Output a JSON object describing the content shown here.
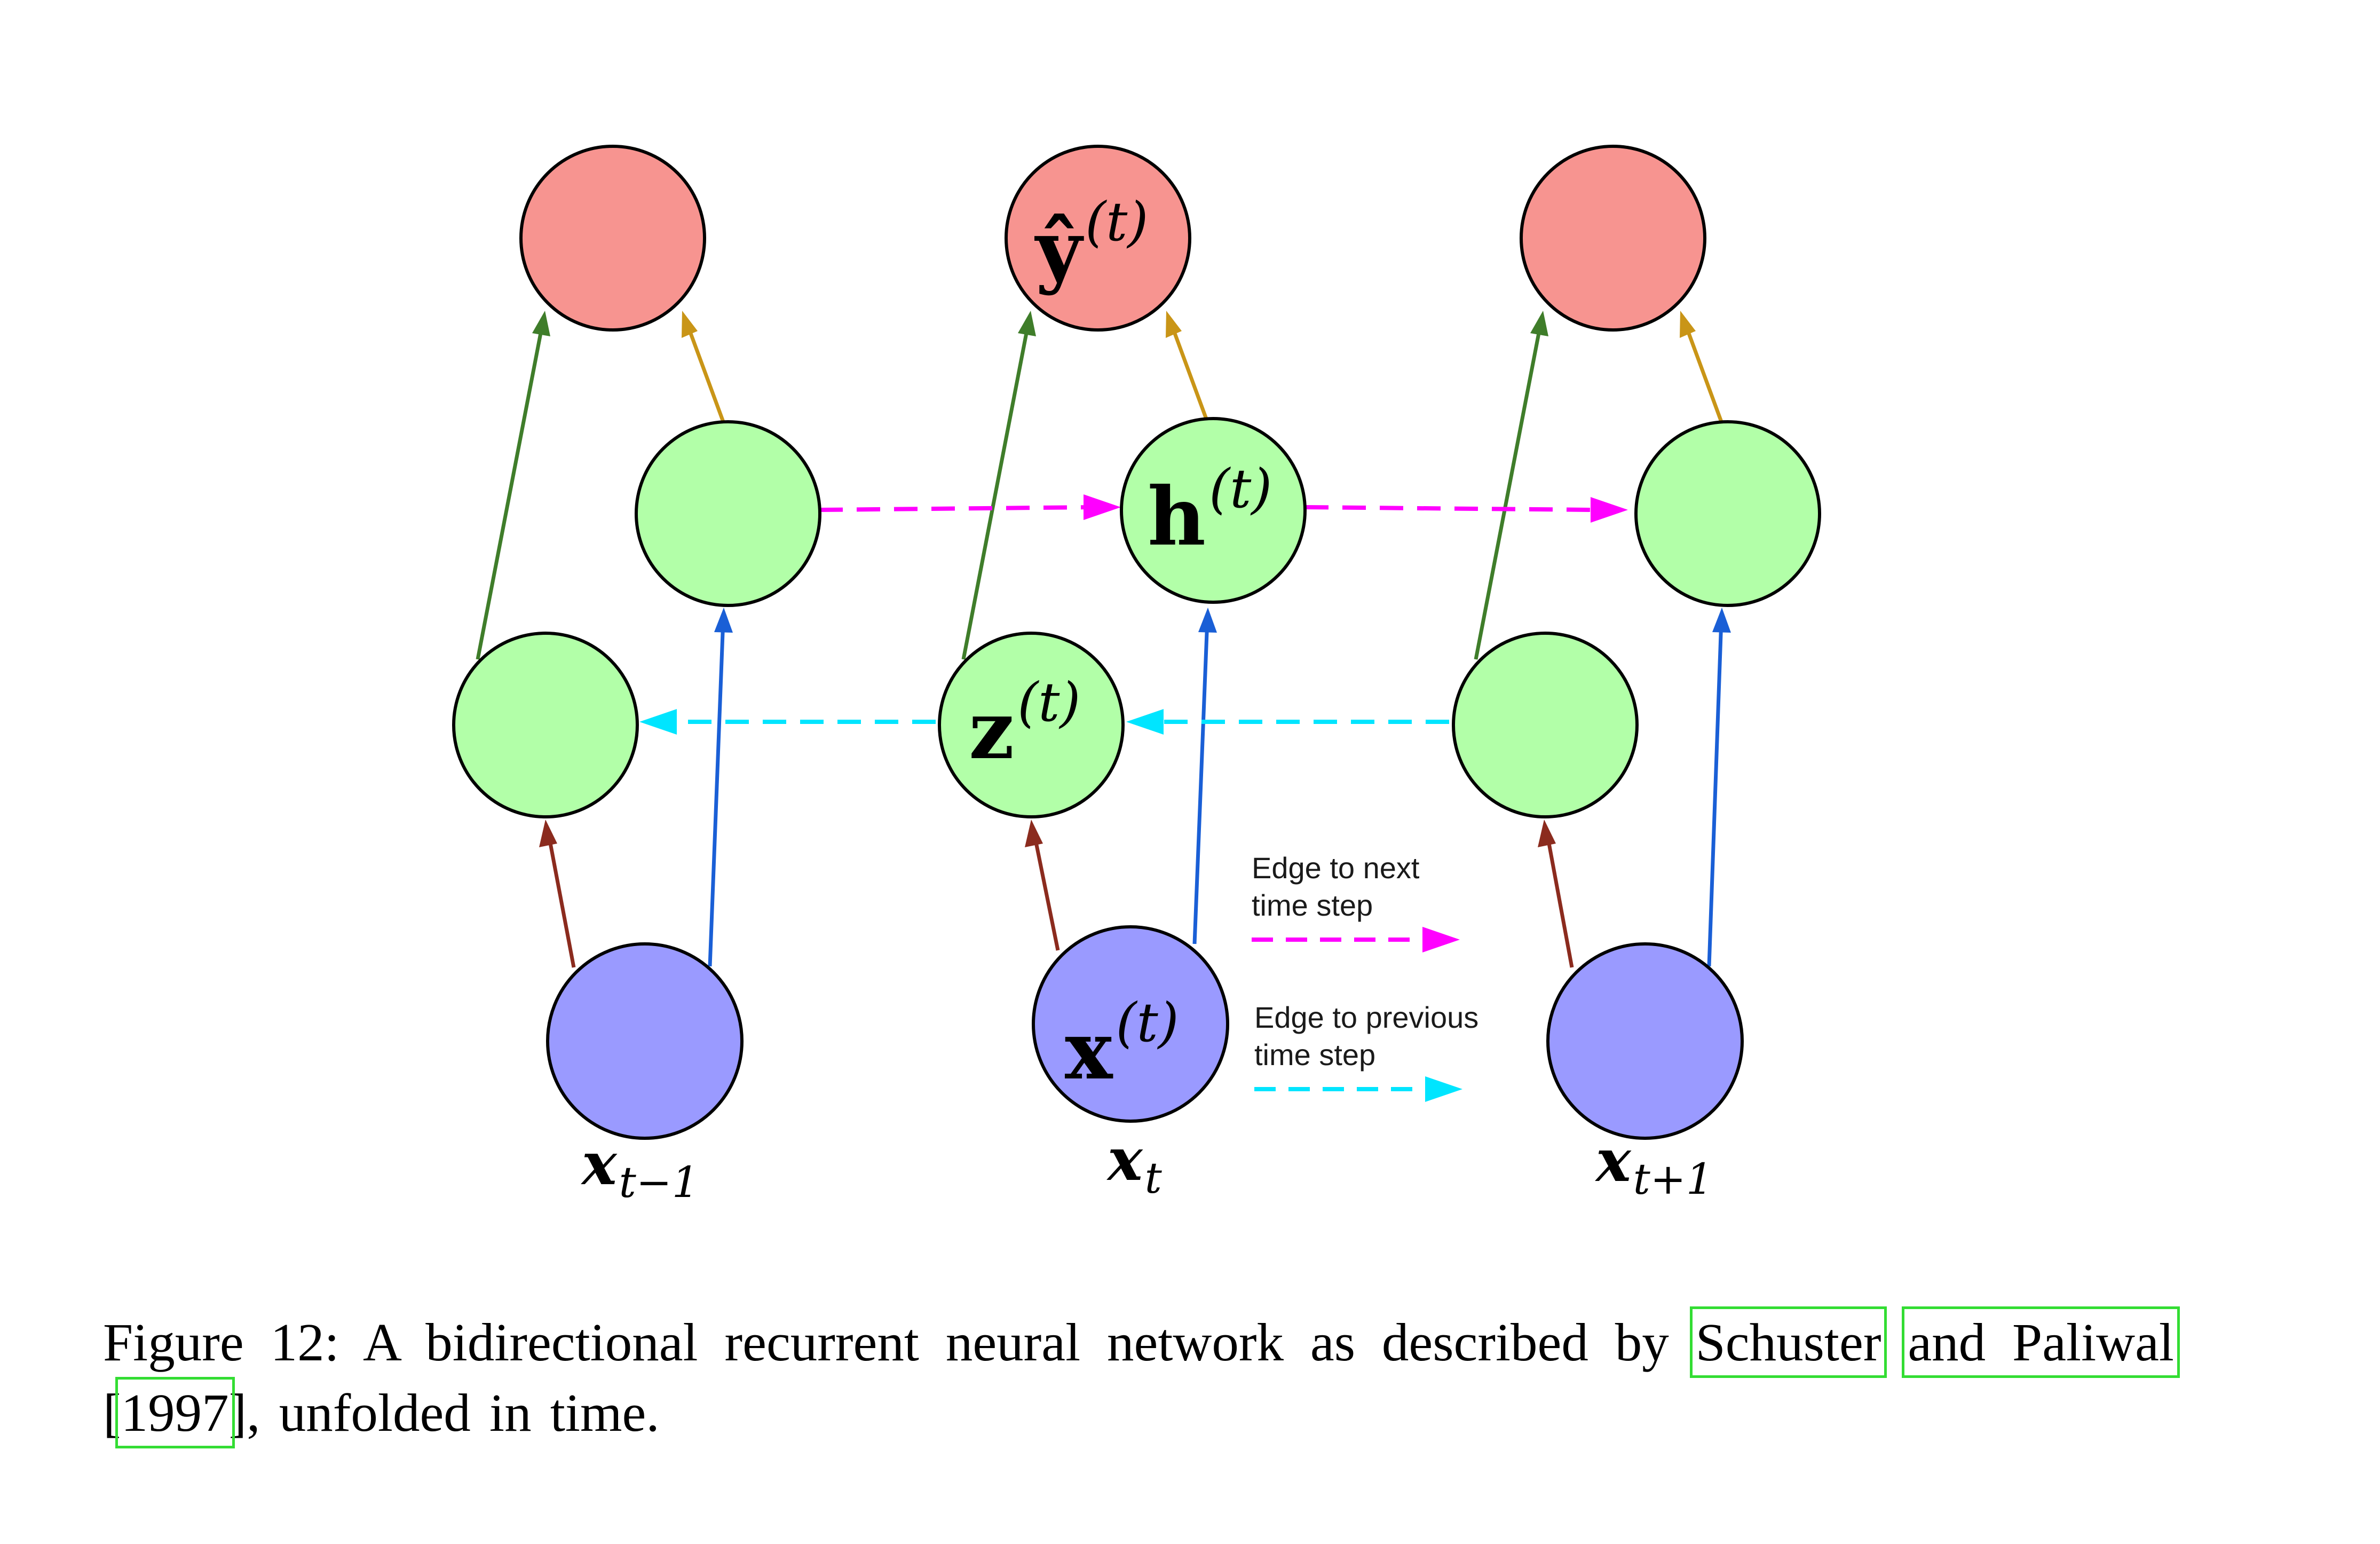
{
  "diagram": {
    "node_labels": {
      "y_hat": "ŷ",
      "y_hat_sup": "(t)",
      "h": "h",
      "h_sup": "(t)",
      "z": "z",
      "z_sup": "(t)",
      "x": "x",
      "x_sup": "(t)"
    },
    "time_labels": {
      "prev": {
        "base": "x",
        "sub": "t−1"
      },
      "curr": {
        "base": "x",
        "sub": "t"
      },
      "next": {
        "base": "x",
        "sub": "t+1"
      }
    },
    "legend": {
      "next_line1": "Edge to next",
      "next_line2": "time step",
      "prev_line1": "Edge to previous",
      "prev_line2": "time step"
    },
    "colors": {
      "output_node": "#f79490",
      "hidden_node": "#b2ffa8",
      "input_node": "#9a9aff",
      "forward_edge": "#ff00ff",
      "backward_edge": "#00e5ff",
      "input_to_forward": "#1a5fd6",
      "input_to_backward": "#8b2b1e",
      "backward_to_output": "#3f7d2a",
      "forward_to_output": "#c99517",
      "citation_box": "#33dd33"
    }
  },
  "caption": {
    "label": "Figure 12:",
    "text_before": "A bidirectional recurrent neural network as described by ",
    "cite_author_1": "Schuster",
    "cite_author_2": "and Paliwal",
    "cite_year": "1997",
    "text_after": ", unfolded in time."
  }
}
